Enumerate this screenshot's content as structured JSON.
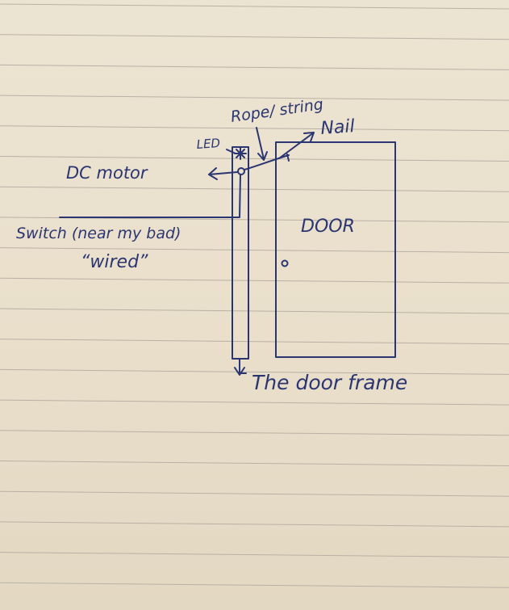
{
  "labels": {
    "rope": "Rope/ string",
    "nail": "Nail",
    "led": "LED",
    "dc_motor": "DC motor",
    "switch": "Switch (near my bad)",
    "wired": "“wired”",
    "door": "DOOR",
    "door_frame": "The door frame"
  },
  "colors": {
    "ink": "#2b3571",
    "paper": "#ece3d0",
    "rule_line": "#b9b1a4"
  }
}
